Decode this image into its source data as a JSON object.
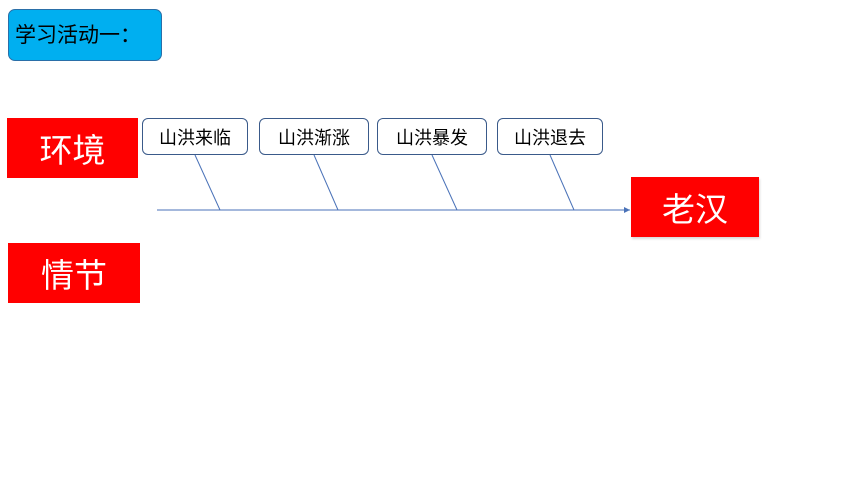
{
  "activity": {
    "title": "学习活动一："
  },
  "labels": {
    "environment": "环境",
    "plot": "情节",
    "target": "老汉"
  },
  "stages": [
    {
      "label": "山洪来临"
    },
    {
      "label": "山洪渐涨"
    },
    {
      "label": "山洪暴发"
    },
    {
      "label": "山洪退去"
    }
  ],
  "colors": {
    "activity_bg": "#00aff0",
    "label_bg": "#ff0000",
    "label_text": "#ffffff",
    "line": "#4a72b8",
    "stage_border": "#3a5a8a"
  }
}
